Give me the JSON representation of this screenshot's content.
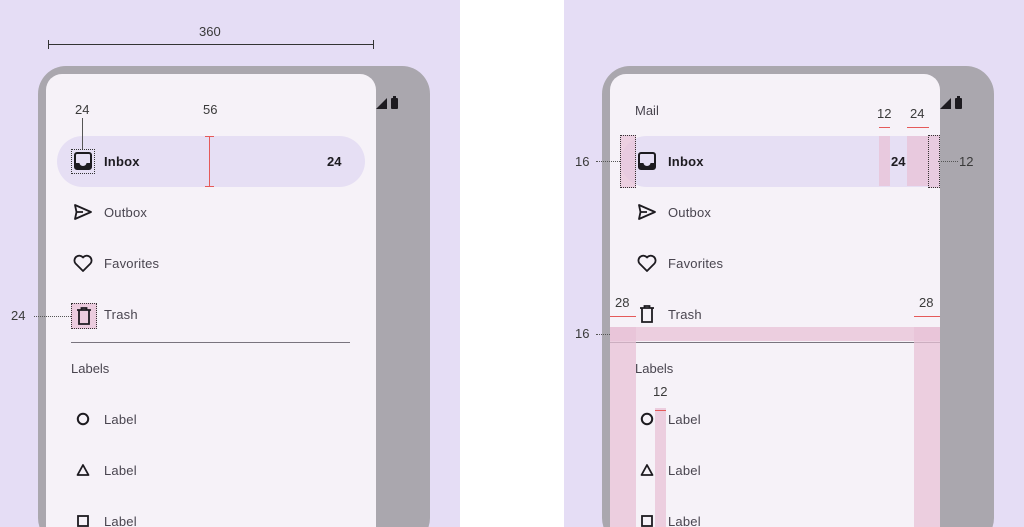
{
  "left": {
    "width_annotation": "360",
    "icon_size_annotation": "24",
    "item_height_annotation": "56",
    "trash_icon_annotation": "24",
    "nav_items": [
      {
        "label": "Inbox",
        "icon": "inbox-icon",
        "badge": "24",
        "active": true
      },
      {
        "label": "Outbox",
        "icon": "send-icon"
      },
      {
        "label": "Favorites",
        "icon": "heart-icon"
      },
      {
        "label": "Trash",
        "icon": "trash-icon"
      }
    ],
    "section_label": "Labels",
    "label_items": [
      {
        "label": "Label",
        "icon": "circle-icon"
      },
      {
        "label": "Label",
        "icon": "triangle-icon"
      },
      {
        "label": "Label",
        "icon": "square-icon"
      }
    ]
  },
  "right": {
    "headline": "Mail",
    "badge_gap_annotation": "12",
    "badge_width_annotation": "24",
    "left_padding_annotation": "16",
    "right_padding_annotation": "12",
    "left_inset_annotation": "28",
    "right_inset_annotation": "28",
    "divider_spacing_annotation": "16",
    "icon_gap_annotation": "12",
    "nav_items": [
      {
        "label": "Inbox",
        "icon": "inbox-icon",
        "badge": "24",
        "active": true
      },
      {
        "label": "Outbox",
        "icon": "send-icon"
      },
      {
        "label": "Favorites",
        "icon": "heart-icon"
      },
      {
        "label": "Trash",
        "icon": "trash-icon"
      }
    ],
    "section_label": "Labels",
    "label_items": [
      {
        "label": "Label",
        "icon": "circle-icon"
      },
      {
        "label": "Label",
        "icon": "triangle-icon"
      },
      {
        "label": "Label",
        "icon": "square-icon"
      }
    ]
  },
  "colors": {
    "background": "#e5ddf5",
    "phone_frame": "#aaa7ae",
    "drawer": "#f6f2f8",
    "active_indicator": "#e6dff4",
    "spec_highlight": "#e8c2d7",
    "spec_line": "#e55a5a"
  }
}
